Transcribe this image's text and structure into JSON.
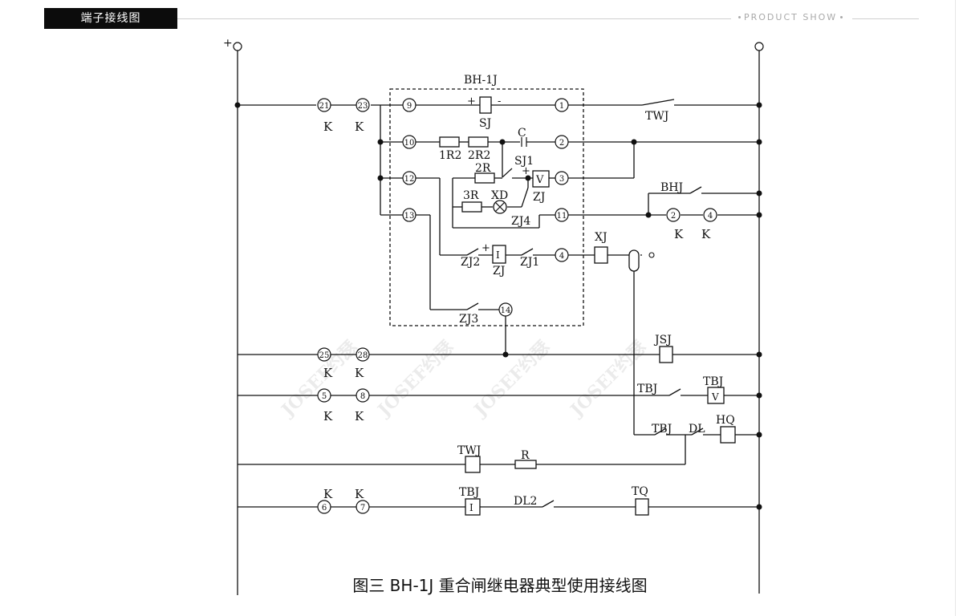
{
  "header": {
    "tab_label": "端子接线图",
    "right_label": "PRODUCT SHOW"
  },
  "caption": "图三  BH-1J 重合闸继电器典型使用接线图",
  "watermark": "JOSEF约瑟",
  "labels": {
    "relay_box": "BH-1J",
    "plus": "+",
    "k": "K",
    "sj": "SJ",
    "twj": "TWJ",
    "c": "C",
    "r1": "1R2",
    "r2": "2R2",
    "sj1": "SJ1",
    "r2r": "2R",
    "zj": "ZJ",
    "r3": "3R",
    "xd": "XD",
    "zj4": "ZJ4",
    "bhj": "BHJ",
    "xj": "XJ",
    "zj2": "ZJ2",
    "zj1": "ZJ1",
    "zj3": "ZJ3",
    "jsj": "JSJ",
    "tbj": "TBJ",
    "dl": "DL",
    "hq": "HQ",
    "r": "R",
    "dl2": "DL2",
    "tq": "TQ",
    "v": "V",
    "i": "I"
  },
  "terminals": {
    "t21": "21",
    "t23": "23",
    "t9": "9",
    "t1": "1",
    "t10": "10",
    "t2": "2",
    "t12": "12",
    "t3": "3",
    "t11": "11",
    "t13": "13",
    "t4": "4",
    "t14": "14",
    "t25": "25",
    "t28": "28",
    "t5": "5",
    "t8": "8",
    "t6": "6",
    "t7": "7",
    "tk2": "2",
    "tk4": "4"
  }
}
